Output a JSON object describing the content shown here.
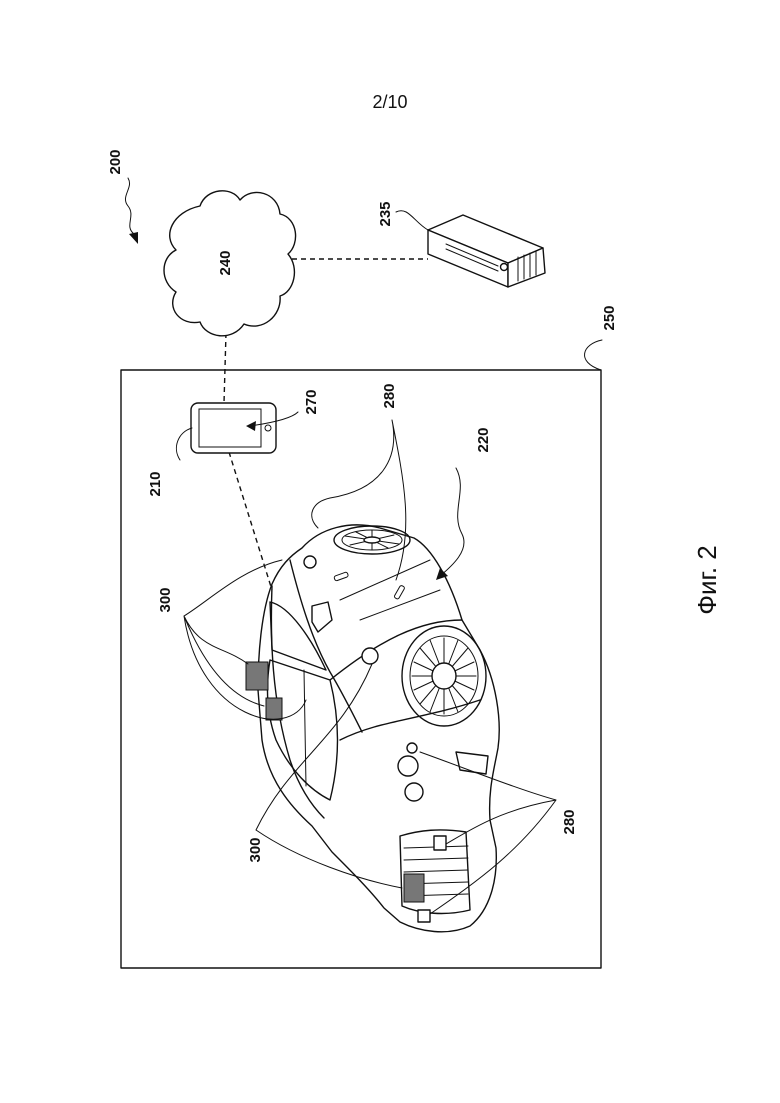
{
  "page": {
    "number": "2/10"
  },
  "figure": {
    "caption": "Фиг. 2",
    "refs": {
      "system": "200",
      "network": "240",
      "server": "235",
      "environment": "250",
      "mobile_device": "210",
      "device_display": "270",
      "vehicle": "220",
      "sensors_top": "280",
      "sensors_front": "280",
      "components_top": "300",
      "components_front": "300"
    }
  },
  "icons": [
    "cloud-network-icon",
    "server-tower-icon",
    "tablet-device-icon",
    "vehicle-car-icon"
  ]
}
